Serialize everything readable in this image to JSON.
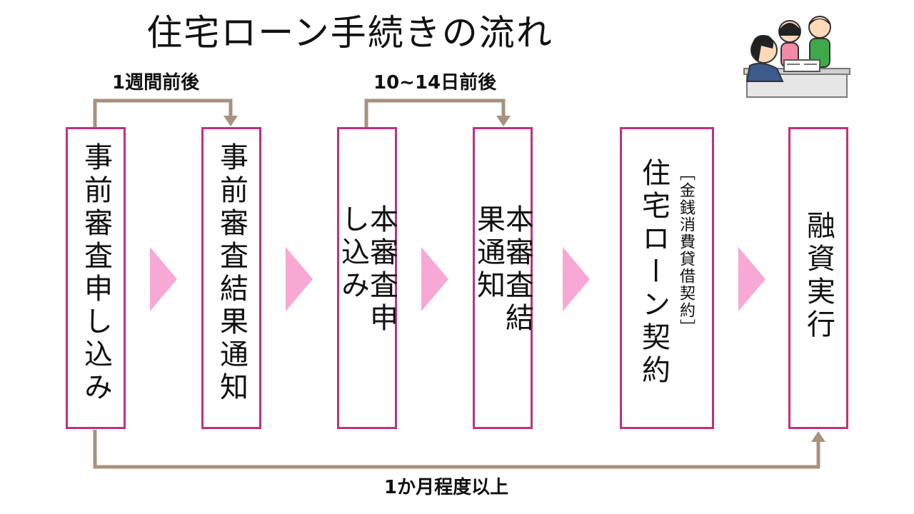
{
  "title": "住宅ローン手続きの流れ",
  "steps": [
    {
      "label": "事前審査申し込み"
    },
    {
      "label": "事前審査結果通知"
    },
    {
      "label": "本審査申し込み"
    },
    {
      "label": "本審査結果通知"
    },
    {
      "label": "住宅ローン契約",
      "sub": "［金銭消費貸借契約］"
    },
    {
      "label": "融資実行"
    }
  ],
  "durations": {
    "pre_review": "1週間前後",
    "main_review": "10~14日前後",
    "total": "1か月程度以上"
  },
  "colors": {
    "box_border": "#c2307d",
    "arrow": "#f7a8d5",
    "connector": "#a8917d"
  },
  "illustration": {
    "name": "consultation-illustration"
  }
}
